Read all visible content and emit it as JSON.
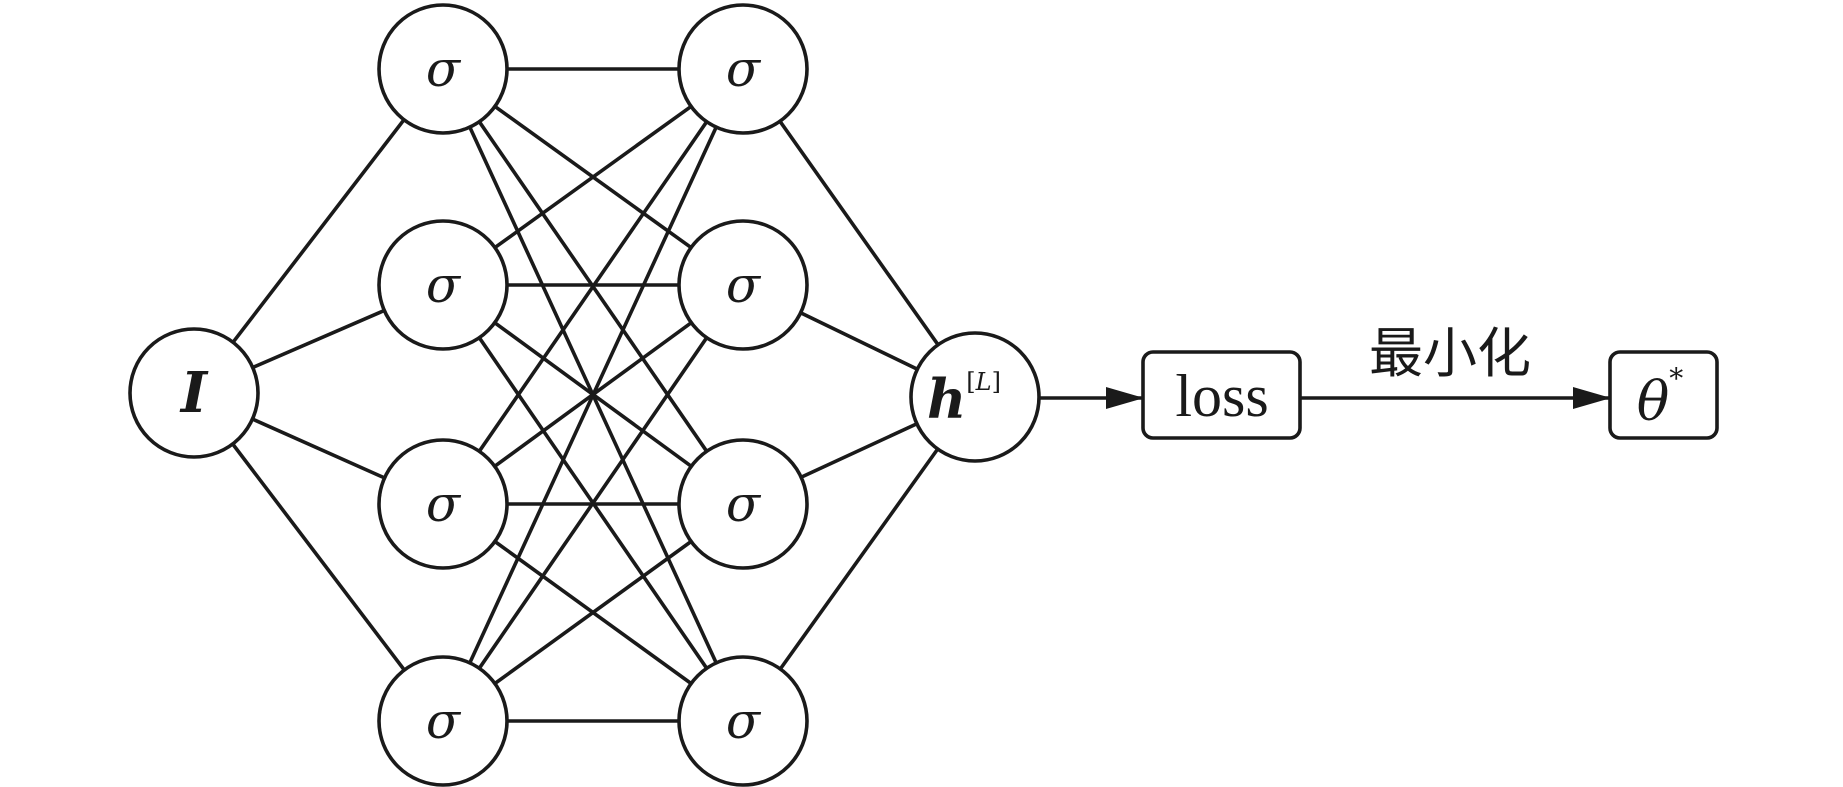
{
  "diagram": {
    "input_node": {
      "symbol": "I"
    },
    "hidden_layers": [
      {
        "units": [
          "σ",
          "σ",
          "σ",
          "σ"
        ]
      },
      {
        "units": [
          "σ",
          "σ",
          "σ",
          "σ"
        ]
      }
    ],
    "output_node": {
      "symbol": "h",
      "superscript_open": "[",
      "superscript_var": "L",
      "superscript_close": "]"
    },
    "loss_box": {
      "label": "loss"
    },
    "minimize_label": "最小化",
    "result_box": {
      "symbol": "θ",
      "superscript": "*"
    },
    "colors": {
      "stroke": "#1a1a1a",
      "fill": "#ffffff"
    }
  }
}
